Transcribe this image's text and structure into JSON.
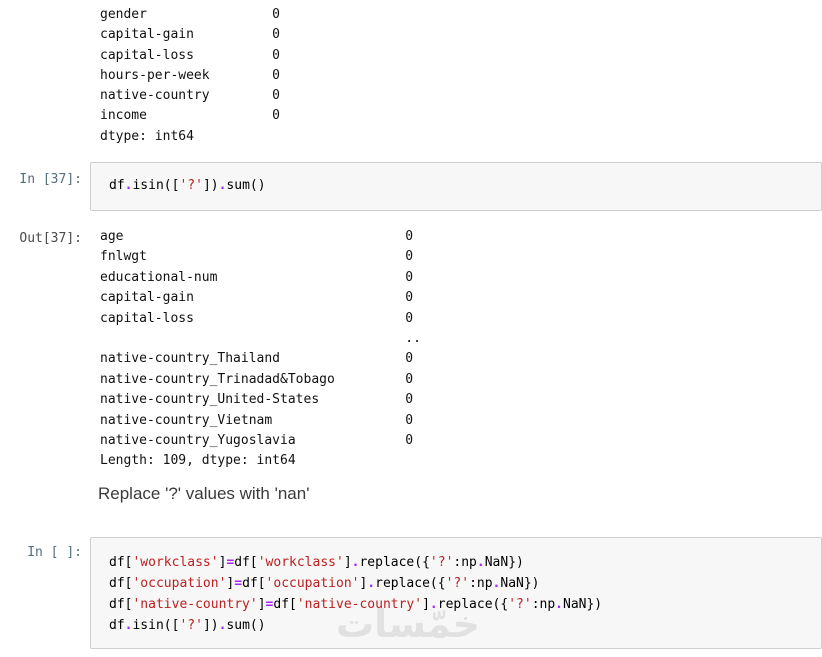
{
  "notebook": {
    "prompts": {
      "in_37": "In [37]:",
      "out_37": "Out[37]:",
      "in_empty": "In [ ]:"
    },
    "markdown_text": "Replace '?' values with 'nan'",
    "watermark_text": "خمّسات"
  },
  "outputs": {
    "series_summary": [
      "gender                0",
      "capital-gain          0",
      "capital-loss          0",
      "hours-per-week        0",
      "native-country        0",
      "income                0",
      "dtype: int64"
    ],
    "isin_sum": [
      "age                                    0",
      "fnlwgt                                 0",
      "educational-num                        0",
      "capital-gain                           0",
      "capital-loss                           0",
      "                                       ..",
      "native-country_Thailand                0",
      "native-country_Trinadad&Tobago         0",
      "native-country_United-States           0",
      "native-country_Vietnam                 0",
      "native-country_Yugoslavia              0",
      "Length: 109, dtype: int64"
    ]
  },
  "code_cells": {
    "cell_37": {
      "lines": [
        [
          {
            "c": "p",
            "t": "df"
          },
          {
            "c": "o",
            "t": "."
          },
          {
            "c": "p",
            "t": "isin(["
          },
          {
            "c": "s",
            "t": "'?'"
          },
          {
            "c": "p",
            "t": "])"
          },
          {
            "c": "o",
            "t": "."
          },
          {
            "c": "p",
            "t": "sum()"
          }
        ]
      ]
    },
    "cell_empty": {
      "lines": [
        [
          {
            "c": "p",
            "t": "df["
          },
          {
            "c": "s",
            "t": "'workclass'"
          },
          {
            "c": "p",
            "t": "]"
          },
          {
            "c": "o",
            "t": "="
          },
          {
            "c": "p",
            "t": "df["
          },
          {
            "c": "s",
            "t": "'workclass'"
          },
          {
            "c": "p",
            "t": "]"
          },
          {
            "c": "o",
            "t": "."
          },
          {
            "c": "p",
            "t": "replace({"
          },
          {
            "c": "s",
            "t": "'?'"
          },
          {
            "c": "p",
            "t": ":np"
          },
          {
            "c": "o",
            "t": "."
          },
          {
            "c": "p",
            "t": "NaN})"
          }
        ],
        [
          {
            "c": "p",
            "t": "df["
          },
          {
            "c": "s",
            "t": "'occupation'"
          },
          {
            "c": "p",
            "t": "]"
          },
          {
            "c": "o",
            "t": "="
          },
          {
            "c": "p",
            "t": "df["
          },
          {
            "c": "s",
            "t": "'occupation'"
          },
          {
            "c": "p",
            "t": "]"
          },
          {
            "c": "o",
            "t": "."
          },
          {
            "c": "p",
            "t": "replace({"
          },
          {
            "c": "s",
            "t": "'?'"
          },
          {
            "c": "p",
            "t": ":np"
          },
          {
            "c": "o",
            "t": "."
          },
          {
            "c": "p",
            "t": "NaN})"
          }
        ],
        [
          {
            "c": "p",
            "t": "df["
          },
          {
            "c": "s",
            "t": "'native-country'"
          },
          {
            "c": "p",
            "t": "]"
          },
          {
            "c": "o",
            "t": "="
          },
          {
            "c": "p",
            "t": "df["
          },
          {
            "c": "s",
            "t": "'native-country'"
          },
          {
            "c": "p",
            "t": "]"
          },
          {
            "c": "o",
            "t": "."
          },
          {
            "c": "p",
            "t": "replace({"
          },
          {
            "c": "s",
            "t": "'?'"
          },
          {
            "c": "p",
            "t": ":np"
          },
          {
            "c": "o",
            "t": "."
          },
          {
            "c": "p",
            "t": "NaN})"
          }
        ],
        [
          {
            "c": "p",
            "t": "df"
          },
          {
            "c": "o",
            "t": "."
          },
          {
            "c": "p",
            "t": "isin(["
          },
          {
            "c": "s",
            "t": "'?'"
          },
          {
            "c": "p",
            "t": "])"
          },
          {
            "c": "o",
            "t": "."
          },
          {
            "c": "p",
            "t": "sum()"
          }
        ]
      ]
    }
  },
  "colors": {
    "string": "#BA2121",
    "operator": "#AA22FF",
    "prompt_in": "#546e7a",
    "prompt_out": "#4a4a4a",
    "cell_bg": "#f7f7f7",
    "cell_border": "#cfcfcf",
    "watermark": "#e1e1e1"
  }
}
